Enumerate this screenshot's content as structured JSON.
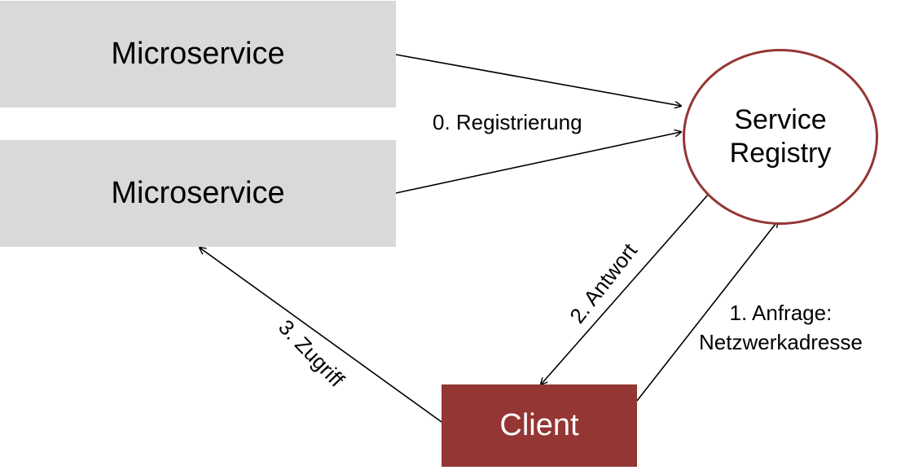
{
  "nodes": {
    "microservice_1": "Microservice",
    "microservice_2": "Microservice",
    "registry_line1": "Service",
    "registry_line2": "Registry",
    "client": "Client"
  },
  "edges": {
    "registration": "0. Registrierung",
    "request_line1": "1. Anfrage:",
    "request_line2": "Netzwerkadresse",
    "response": "2. Antwort",
    "access": "3. Zugriff"
  },
  "colors": {
    "microservice_fill": "#d9d9d9",
    "client_fill": "#943634",
    "registry_border": "#943634",
    "arrow": "#000000"
  }
}
